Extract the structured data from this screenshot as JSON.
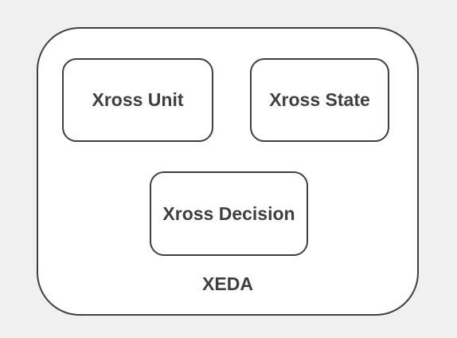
{
  "diagram": {
    "container": {
      "label": "XEDA"
    },
    "boxes": [
      {
        "label": "Xross Unit"
      },
      {
        "label": "Xross State"
      },
      {
        "label": "Xross Decision"
      }
    ]
  },
  "colors": {
    "background": "#f0f0f0",
    "fill": "#ffffff",
    "stroke": "#3f3f3f",
    "text": "#3f3f3f"
  }
}
